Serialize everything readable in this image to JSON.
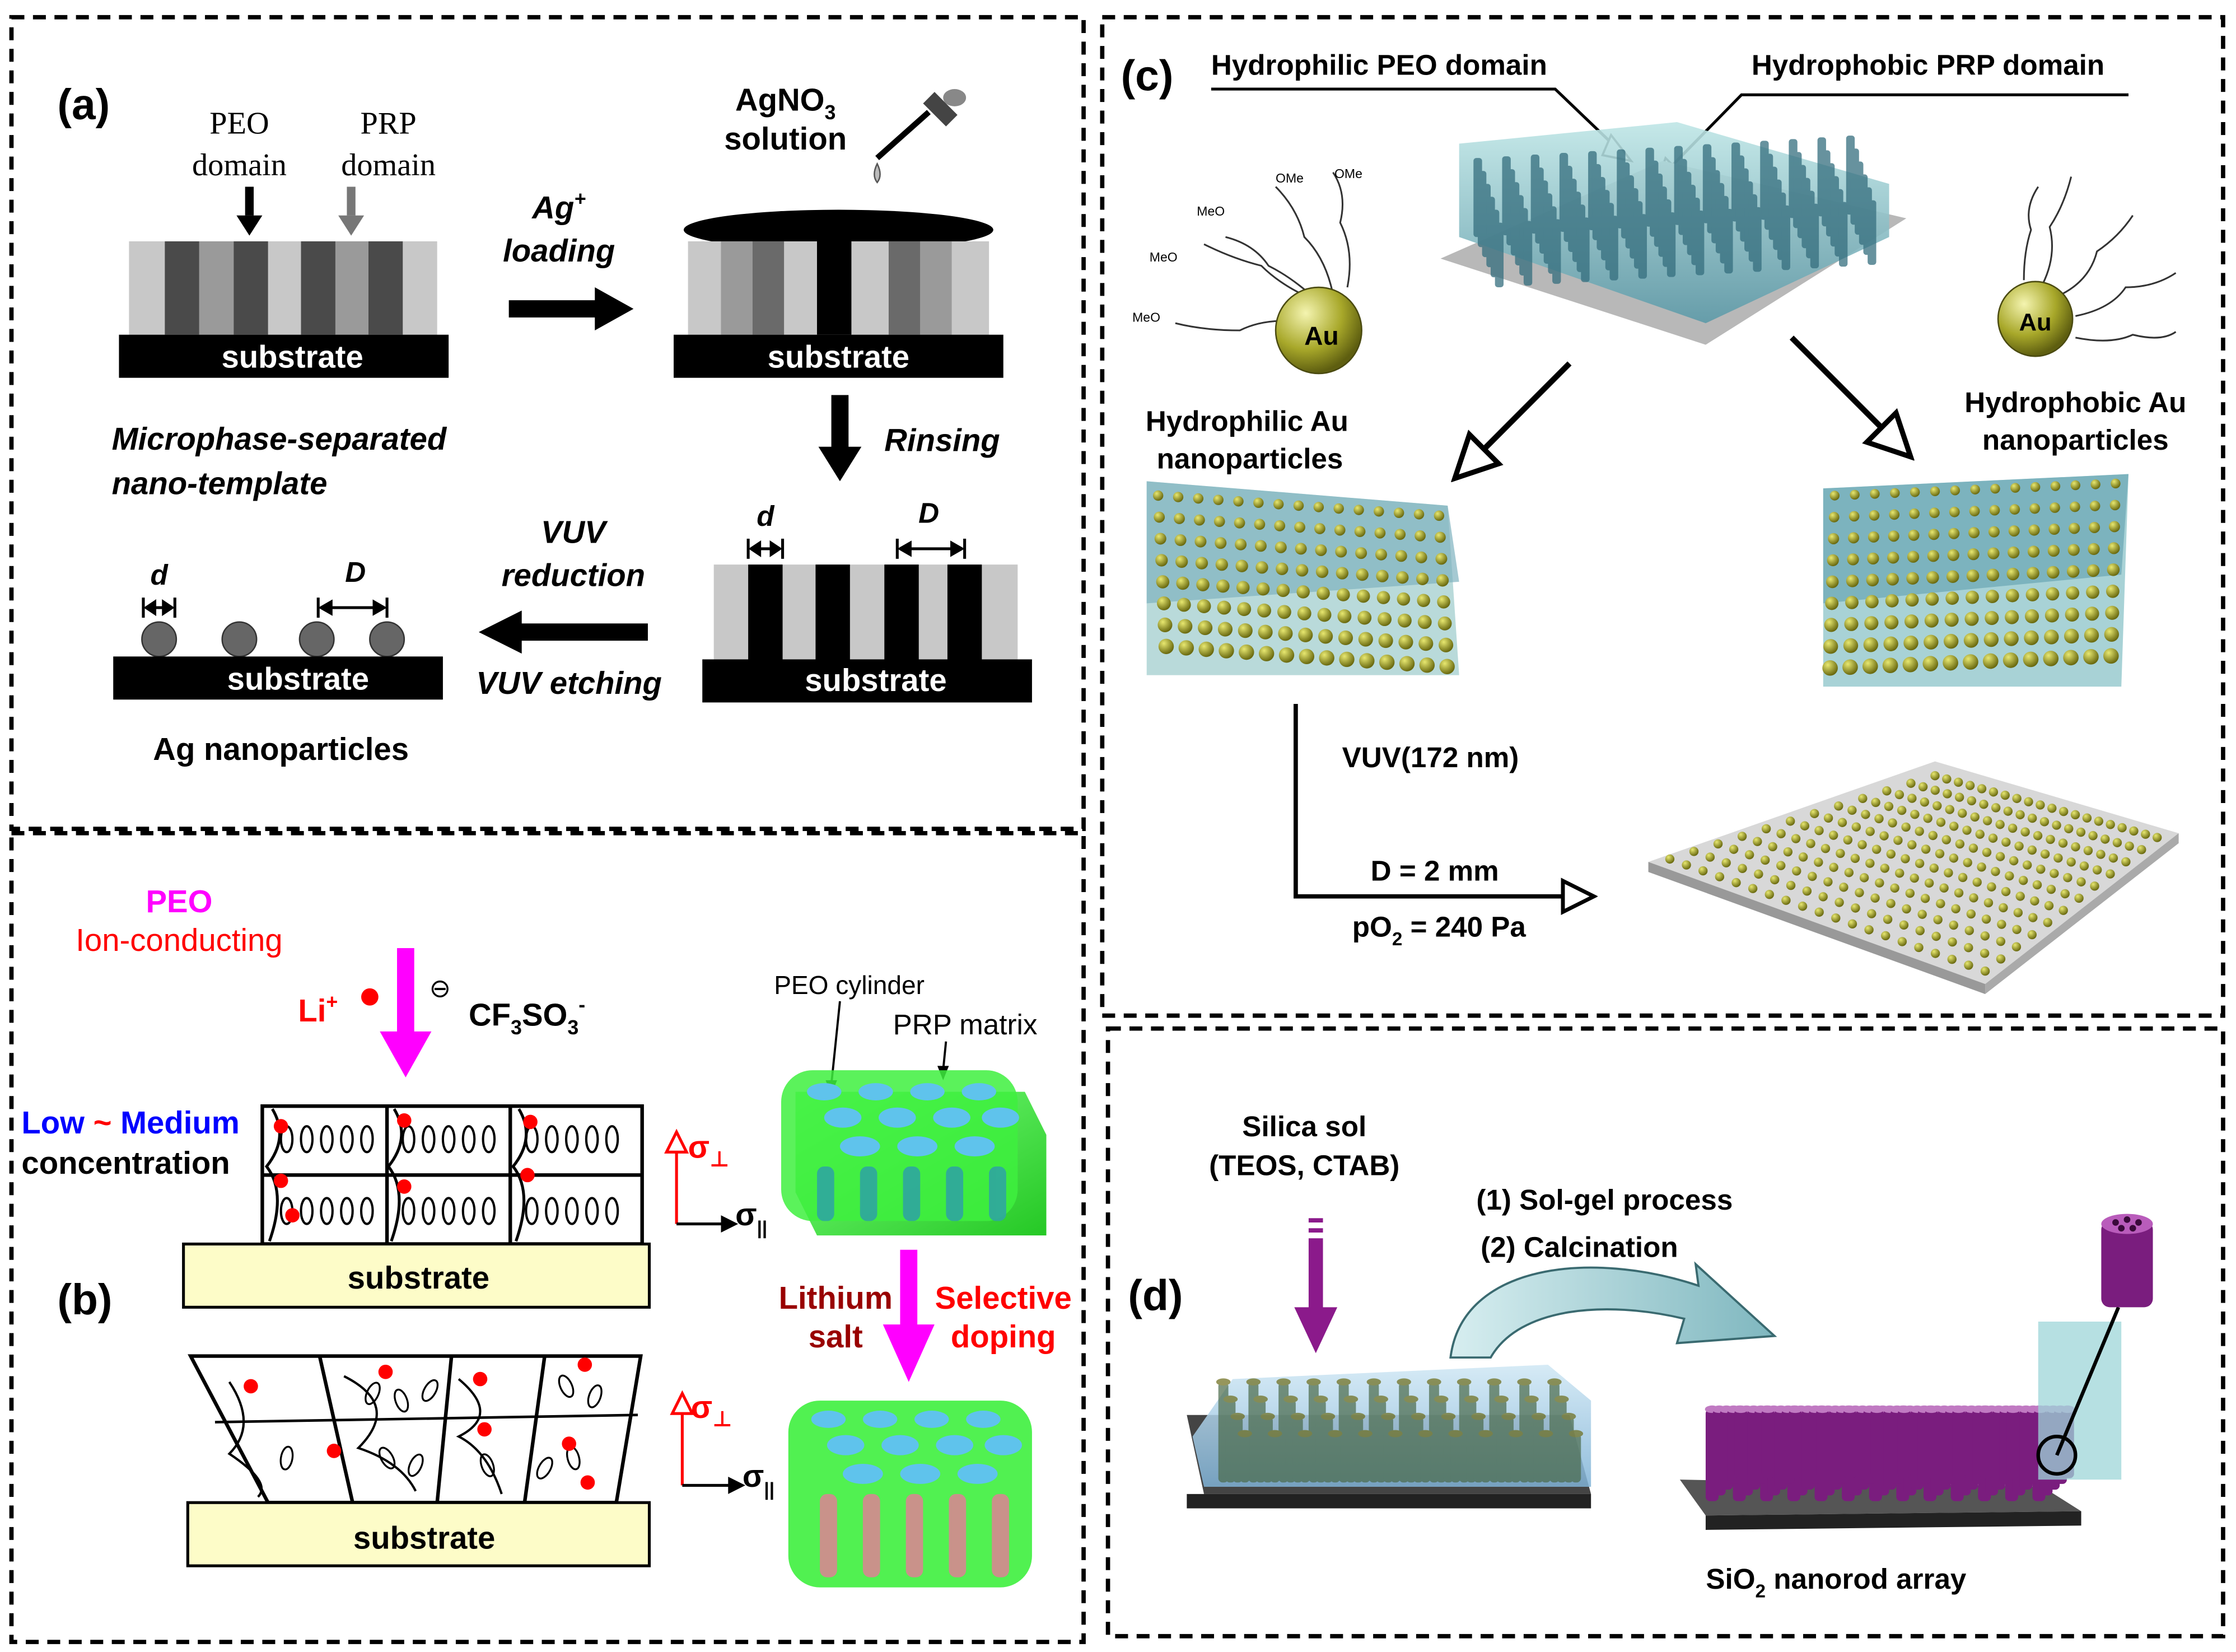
{
  "colors": {
    "ink": "#000000",
    "peo_magenta": "#ff00ff",
    "red_label": "#ff0000",
    "low_blue": "#0000ff",
    "substrate_pale": "#fdfcc8",
    "green_block": "#3ef03e",
    "blue_cylinder": "#5fc3ec",
    "au_olive": "#9a9a1c",
    "teal_template": "#5a9aa8",
    "purple_rod": "#8a2a8e",
    "dark_red": "#990000",
    "purple_arrow": "#8b1a8b",
    "cyan_arrow": "#9fd3da"
  },
  "panel_a": {
    "label": "(a)",
    "peo_domain": [
      "PEO",
      "domain"
    ],
    "prp_domain": [
      "PRP",
      "domain"
    ],
    "substrate": "substrate",
    "agno3": "AgNO",
    "agno3_sub": "3",
    "solution": "solution",
    "ag": "Ag",
    "ag_sup": "+",
    "loading": "loading",
    "template": [
      "Microphase-separated",
      "nano-template"
    ],
    "rinsing": "Rinsing",
    "vuv_reduction": [
      "VUV",
      "reduction"
    ],
    "vuv_etching": "VUV etching",
    "d": "d",
    "D": "D",
    "ag_nanoparticles": "Ag nanoparticles",
    "dropper_icon": "dropper-icon"
  },
  "panel_b": {
    "label": "(b)",
    "peo": "PEO",
    "ion_conducting": "Ion-conducting",
    "li": "Li",
    "li_sup": "+",
    "minus": "⊖",
    "cf3so3": [
      "CF",
      "3",
      "SO",
      "3",
      "-"
    ],
    "low": "Low",
    "tilde": " ~ ",
    "medium": "Medium",
    "concentration": "concentration",
    "substrate": "substrate",
    "peo_cylinder": "PEO cylinder",
    "prp_matrix": "PRP matrix",
    "sigma_perp": "σ",
    "perp_sub": "⊥",
    "sigma_par": "σ",
    "par_sub": "||",
    "lithium_salt": [
      "Lithium",
      "salt"
    ],
    "selective_doping": [
      "Selective",
      "doping"
    ]
  },
  "panel_c": {
    "label": "(c)",
    "hydrophilic_peo": "Hydrophilic PEO domain",
    "hydrophobic_prp": "Hydrophobic PRP domain",
    "au": "Au",
    "hydrophilic_au": [
      "Hydrophilic Au",
      "nanoparticles"
    ],
    "hydrophobic_au": [
      "Hydrophobic Au",
      "nanoparticles"
    ],
    "vuv": "VUV(172 nm)",
    "dist": "D = 2 mm",
    "po2": "pO",
    "po2_sub": "2",
    "po2_val": " = 240 Pa",
    "ligand_labels": [
      "MeO",
      "MeO",
      "MeO",
      "OMe",
      "OMe"
    ]
  },
  "panel_d": {
    "label": "(d)",
    "silica_sol": [
      "Silica sol",
      "(TEOS, CTAB)"
    ],
    "step1": "(1) Sol-gel process",
    "step2": "(2) Calcination",
    "sio": "SiO",
    "sio_sub": "2",
    "nanorod": " nanorod array"
  }
}
